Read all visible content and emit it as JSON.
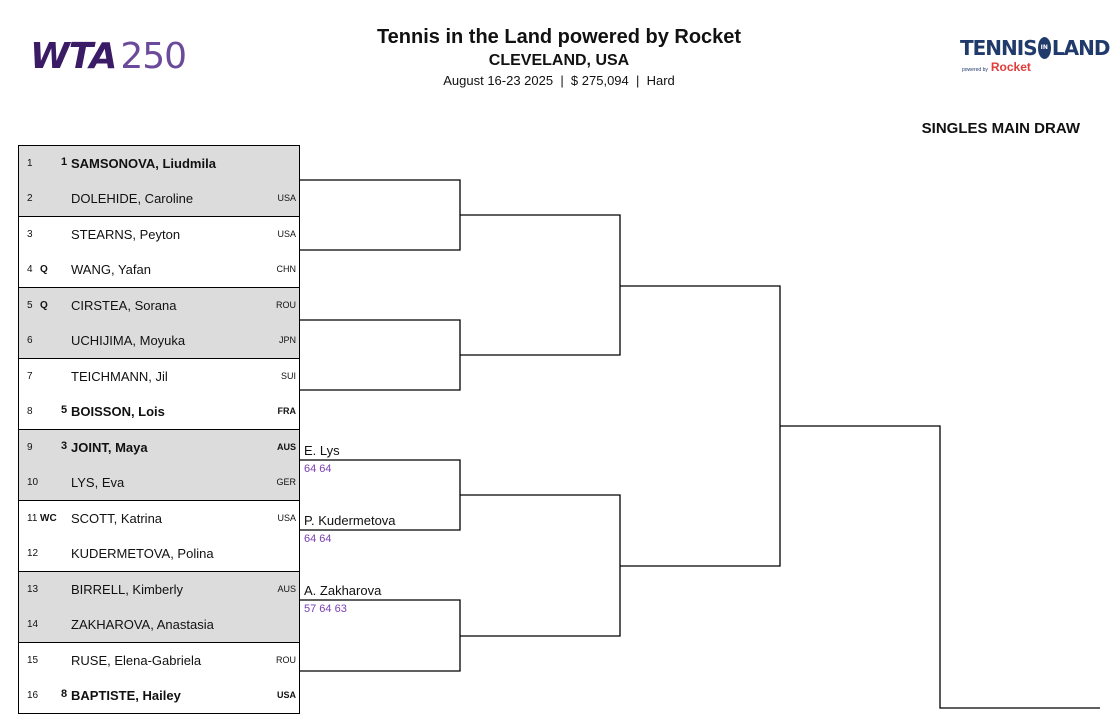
{
  "header": {
    "wta_logo_text": "WTA",
    "wta_logo_num": "250",
    "title": "Tennis in the Land powered by Rocket",
    "location": "CLEVELAND, USA",
    "details": "August 16-23 2025  |  $ 275,094  |  Hard",
    "draw_label": "SINGLES MAIN DRAW",
    "right_logo_tennis": "TENNIS",
    "right_logo_in_the": "IN THE",
    "right_logo_land": "LAND",
    "right_logo_powered": "powered by",
    "right_logo_rocket": "Rocket"
  },
  "entries": [
    {
      "num": "1",
      "status": "",
      "seed": "1",
      "name": "SAMSONOVA, Liudmila",
      "country": ""
    },
    {
      "num": "2",
      "status": "",
      "seed": "",
      "name": "DOLEHIDE, Caroline",
      "country": "USA"
    },
    {
      "num": "3",
      "status": "",
      "seed": "",
      "name": "STEARNS, Peyton",
      "country": "USA"
    },
    {
      "num": "4",
      "status": "Q",
      "seed": "",
      "name": "WANG, Yafan",
      "country": "CHN"
    },
    {
      "num": "5",
      "status": "Q",
      "seed": "",
      "name": "CIRSTEA, Sorana",
      "country": "ROU"
    },
    {
      "num": "6",
      "status": "",
      "seed": "",
      "name": "UCHIJIMA, Moyuka",
      "country": "JPN"
    },
    {
      "num": "7",
      "status": "",
      "seed": "",
      "name": "TEICHMANN, Jil",
      "country": "SUI"
    },
    {
      "num": "8",
      "status": "",
      "seed": "5",
      "name": "BOISSON, Lois",
      "country": "FRA"
    },
    {
      "num": "9",
      "status": "",
      "seed": "3",
      "name": "JOINT, Maya",
      "country": "AUS"
    },
    {
      "num": "10",
      "status": "",
      "seed": "",
      "name": "LYS, Eva",
      "country": "GER"
    },
    {
      "num": "11",
      "status": "WC",
      "seed": "",
      "name": "SCOTT, Katrina",
      "country": "USA"
    },
    {
      "num": "12",
      "status": "",
      "seed": "",
      "name": "KUDERMETOVA, Polina",
      "country": ""
    },
    {
      "num": "13",
      "status": "",
      "seed": "",
      "name": "BIRRELL, Kimberly",
      "country": "AUS"
    },
    {
      "num": "14",
      "status": "",
      "seed": "",
      "name": "ZAKHAROVA, Anastasia",
      "country": ""
    },
    {
      "num": "15",
      "status": "",
      "seed": "",
      "name": "RUSE, Elena-Gabriela",
      "country": "ROU"
    },
    {
      "num": "16",
      "status": "",
      "seed": "8",
      "name": "BAPTISTE, Hailey",
      "country": "USA"
    }
  ],
  "results": [
    {
      "winner": "E. Lys",
      "score": "64 64"
    },
    {
      "winner": "P. Kudermetova",
      "score": "64 64"
    },
    {
      "winner": "A. Zakharova",
      "score": "57 64 63"
    }
  ],
  "colors": {
    "score": "#7a3fb3",
    "shade": "#dcdcdc",
    "wta": "#3b1a66"
  }
}
